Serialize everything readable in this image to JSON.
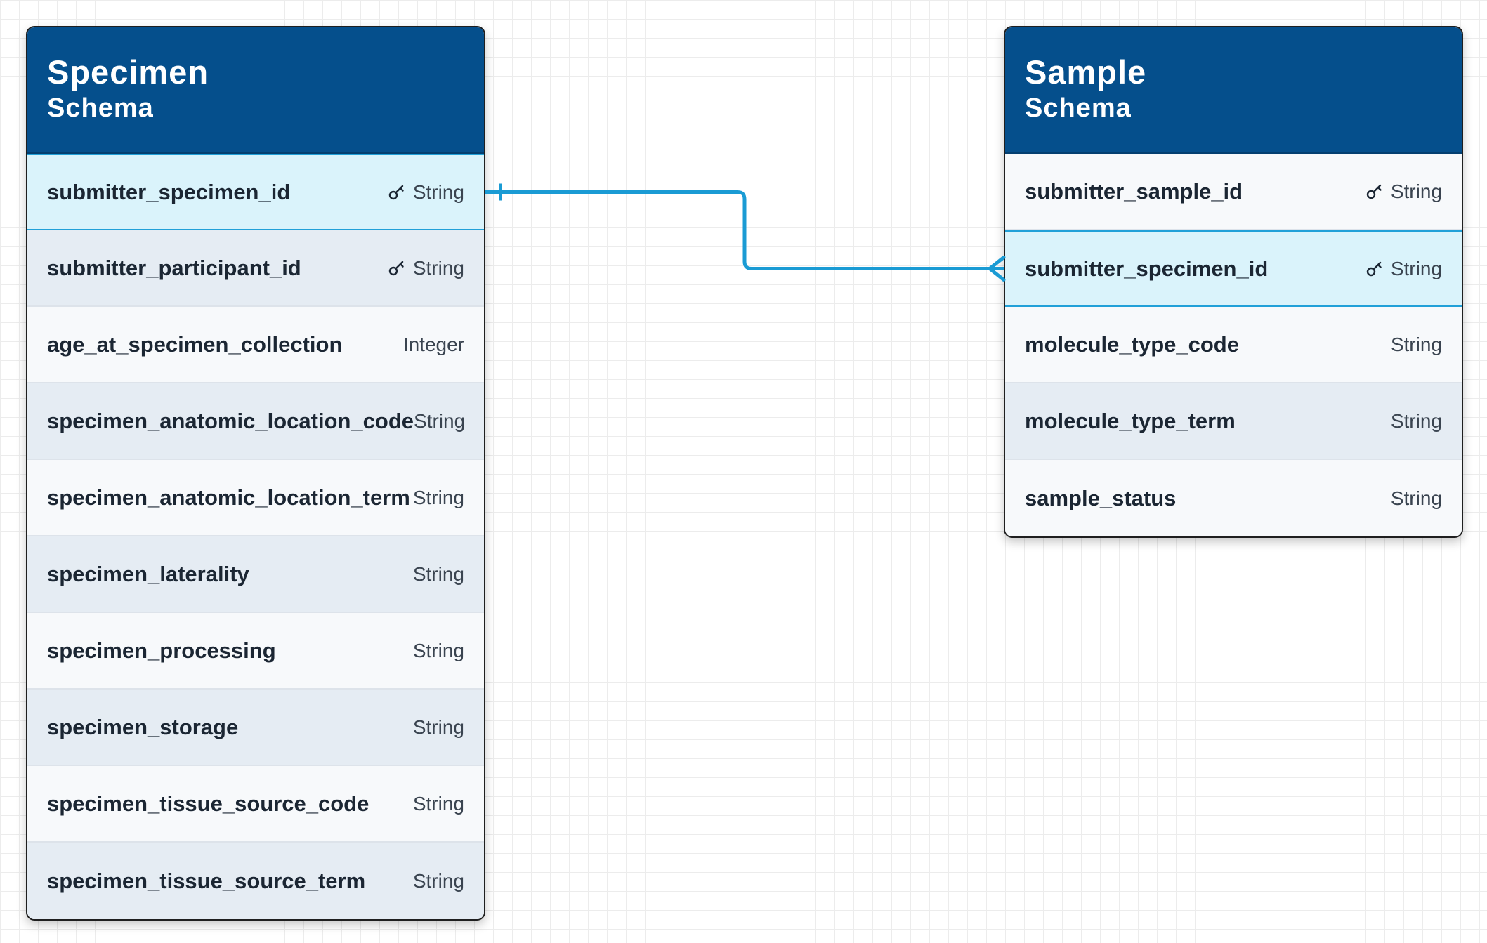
{
  "tables": [
    {
      "title": "Specimen",
      "subtitle": "Schema",
      "fields": [
        {
          "name": "submitter_specimen_id",
          "type": "String",
          "key": true,
          "highlight": true
        },
        {
          "name": "submitter_participant_id",
          "type": "String",
          "key": true,
          "highlight": false
        },
        {
          "name": "age_at_specimen_collection",
          "type": "Integer",
          "key": false,
          "highlight": false
        },
        {
          "name": "specimen_anatomic_location_code",
          "type": "String",
          "key": false,
          "highlight": false
        },
        {
          "name": "specimen_anatomic_location_term",
          "type": "String",
          "key": false,
          "highlight": false
        },
        {
          "name": "specimen_laterality",
          "type": "String",
          "key": false,
          "highlight": false
        },
        {
          "name": "specimen_processing",
          "type": "String",
          "key": false,
          "highlight": false
        },
        {
          "name": "specimen_storage",
          "type": "String",
          "key": false,
          "highlight": false
        },
        {
          "name": "specimen_tissue_source_code",
          "type": "String",
          "key": false,
          "highlight": false
        },
        {
          "name": "specimen_tissue_source_term",
          "type": "String",
          "key": false,
          "highlight": false
        }
      ]
    },
    {
      "title": "Sample",
      "subtitle": "Schema",
      "fields": [
        {
          "name": "submitter_sample_id",
          "type": "String",
          "key": true,
          "highlight": false
        },
        {
          "name": "submitter_specimen_id",
          "type": "String",
          "key": true,
          "highlight": true
        },
        {
          "name": "molecule_type_code",
          "type": "String",
          "key": false,
          "highlight": false
        },
        {
          "name": "molecule_type_term",
          "type": "String",
          "key": false,
          "highlight": false
        },
        {
          "name": "sample_status",
          "type": "String",
          "key": false,
          "highlight": false
        }
      ]
    }
  ],
  "relation": {
    "from": "Specimen.submitter_specimen_id",
    "to": "Sample.submitter_specimen_id",
    "color": "#1a9bd4"
  },
  "colors": {
    "header": "#054f8c",
    "highlight_row": "#daf3fb",
    "alt_row": "#e5ecf3"
  },
  "icons": {
    "key": "key-icon"
  }
}
